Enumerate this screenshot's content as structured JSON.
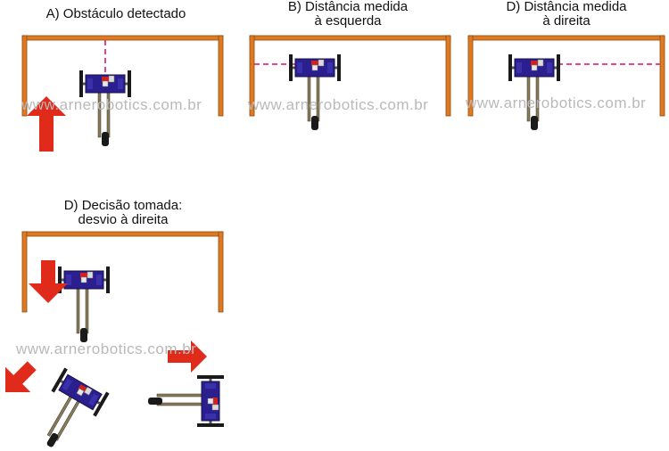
{
  "panels": [
    {
      "caption": "A) Obstáculo detectado"
    },
    {
      "caption_line1": "B) Distância medida",
      "caption_line2": "à esquerda"
    },
    {
      "caption_line1": "D) Distância medida",
      "caption_line2": "à direita"
    },
    {
      "caption_line1": "D) Decisão tomada:",
      "caption_line2": "desvio à direita"
    }
  ],
  "watermark": "www.arnerobotics.com.br",
  "colors": {
    "wall": "#e07a22",
    "wall_edge": "#8a4a10",
    "body": "#2b1f8f",
    "wheel": "#1a1a1a",
    "sensor": "#e0307a",
    "arrow": "#e02a1a"
  }
}
